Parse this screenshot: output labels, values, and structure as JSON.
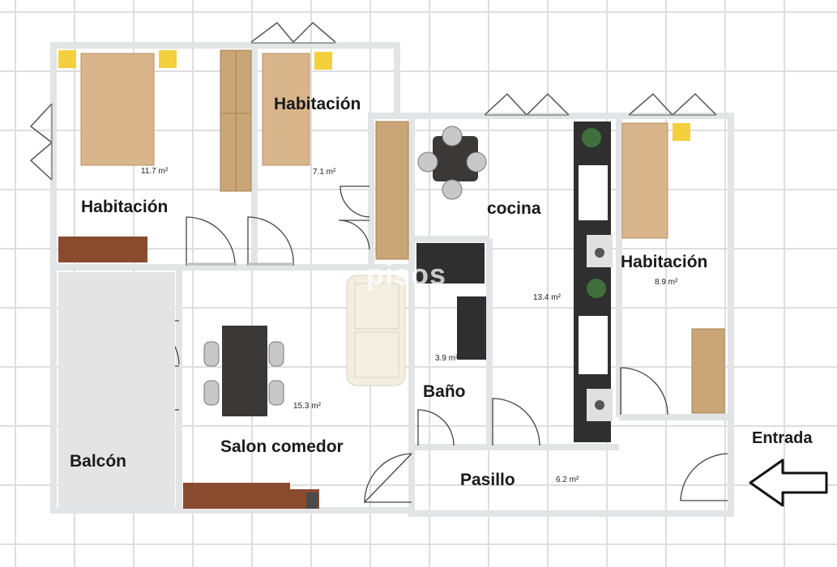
{
  "rooms": {
    "bedroom_1": {
      "name": "Habitación",
      "area": "11.7 m²"
    },
    "bedroom_2": {
      "name": "Habitación",
      "area": "7.1 m²"
    },
    "kitchen": {
      "name": "cocina",
      "area": "13.4 m²"
    },
    "bedroom_3": {
      "name": "Habitación",
      "area": "8.9 m²"
    },
    "bathroom": {
      "name": "Baño",
      "area": "3.9 m²"
    },
    "living_dining": {
      "name": "Salon comedor",
      "area": "15.3 m²"
    },
    "balcony": {
      "name": "Balcón"
    },
    "hallway": {
      "name": "Pasillo",
      "area": "6.2 m²"
    }
  },
  "entrance": {
    "label": "Entrada"
  },
  "watermark": {
    "text": "pisos"
  },
  "colors": {
    "wall": "#e2e4e6",
    "wood": "#d9b58c",
    "wardrobe": "#c9a577",
    "dark_wood": "#8a4a2e",
    "dark_table": "#3b3838",
    "balcony_floor": "#e4e4e4",
    "appliance": "#2f2f2f"
  }
}
